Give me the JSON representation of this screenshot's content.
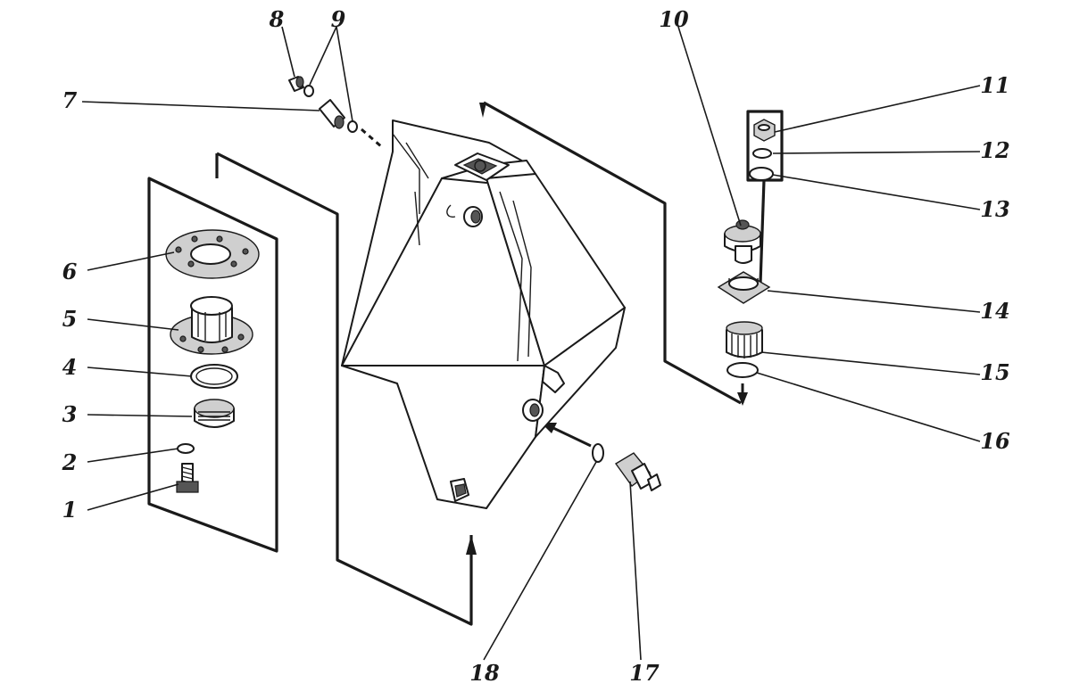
{
  "diagram": {
    "parts": [
      {
        "id": "part-1",
        "number": "1"
      },
      {
        "id": "part-2",
        "number": "2"
      },
      {
        "id": "part-3",
        "number": "3"
      },
      {
        "id": "part-4",
        "number": "4"
      },
      {
        "id": "part-5",
        "number": "5"
      },
      {
        "id": "part-6",
        "number": "6"
      },
      {
        "id": "part-7",
        "number": "7"
      },
      {
        "id": "part-8",
        "number": "8"
      },
      {
        "id": "part-9",
        "number": "9"
      },
      {
        "id": "part-10",
        "number": "10"
      },
      {
        "id": "part-11",
        "number": "11"
      },
      {
        "id": "part-12",
        "number": "12"
      },
      {
        "id": "part-13",
        "number": "13"
      },
      {
        "id": "part-14",
        "number": "14"
      },
      {
        "id": "part-15",
        "number": "15"
      },
      {
        "id": "part-16",
        "number": "16"
      },
      {
        "id": "part-17",
        "number": "17"
      },
      {
        "id": "part-18",
        "number": "18"
      }
    ],
    "colors": {
      "ink": "#1a1a1a",
      "paper": "#ffffff",
      "shading": "#cfcfcf"
    }
  }
}
